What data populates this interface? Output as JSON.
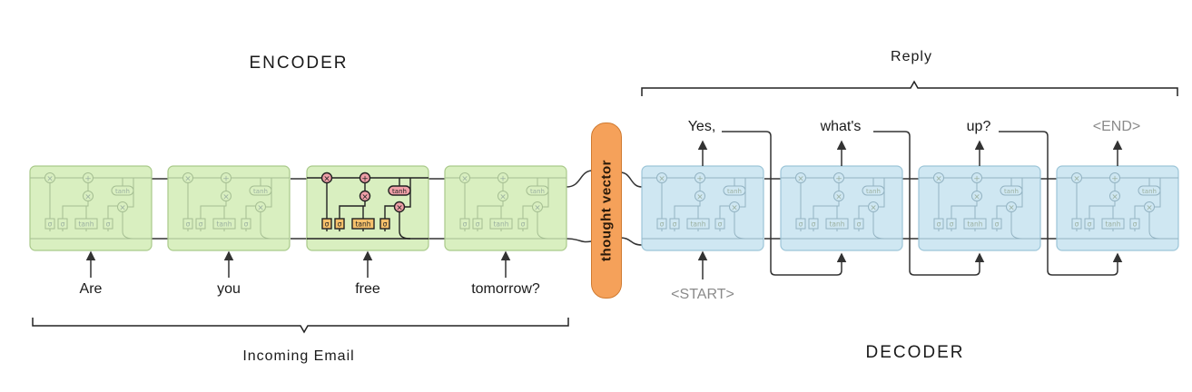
{
  "encoder": {
    "title": "ENCODER",
    "inputs": [
      "Are",
      "you",
      "free",
      "tomorrow?"
    ],
    "group_label": "Incoming Email"
  },
  "decoder": {
    "title": "DECODER",
    "start_token": "<START>",
    "outputs": [
      "Yes,",
      "what's",
      "up?",
      "<END>"
    ],
    "group_label": "Reply"
  },
  "thought_vector": "thought vector",
  "cell": {
    "gate": "σ",
    "op_mult": "×",
    "op_add": "+",
    "tanh": "tanh"
  },
  "colors": {
    "encoder_cell": "#d9efc0",
    "decoder_cell": "#cfe7f2",
    "thought_vector": "#f5a15a",
    "highlight_gate": "#f5c06b",
    "highlight_op": "#f0a0a8"
  }
}
